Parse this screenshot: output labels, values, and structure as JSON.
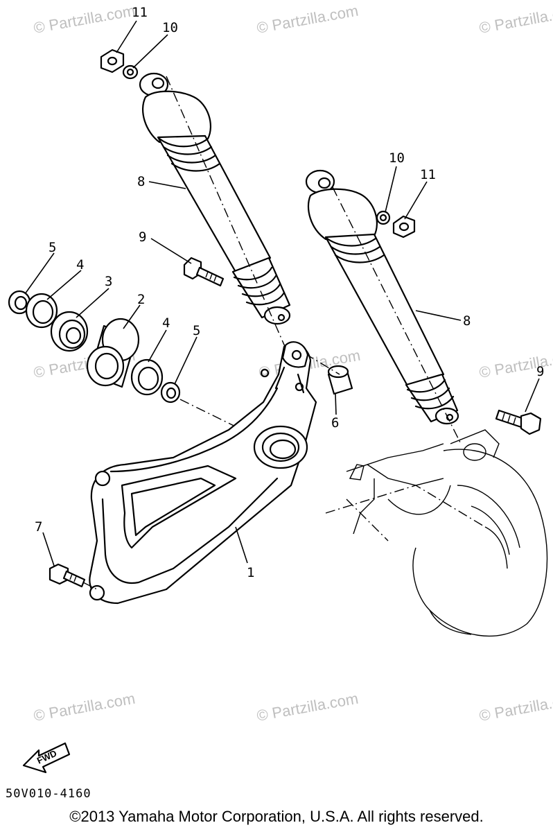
{
  "watermark": "© Partzilla.com",
  "drawing_code": "50V010-4160",
  "copyright": "©2013 Yamaha Motor Corporation, U.S.A. All rights reserved.",
  "fwd_label": "FWD",
  "callouts": {
    "swingarm": "1",
    "bearing_collar": "2",
    "bearing": "3",
    "oil_seal_left": "4",
    "oil_seal_right": "4",
    "washer_left": "5",
    "washer_right": "5",
    "collar": "6",
    "bolt_swingarm": "7",
    "shock_left": "8",
    "shock_right": "8",
    "bolt_left": "9",
    "bolt_right": "9",
    "washer_top_left": "10",
    "washer_top_right": "10",
    "nut_top_left": "11",
    "nut_top_right": "11"
  }
}
